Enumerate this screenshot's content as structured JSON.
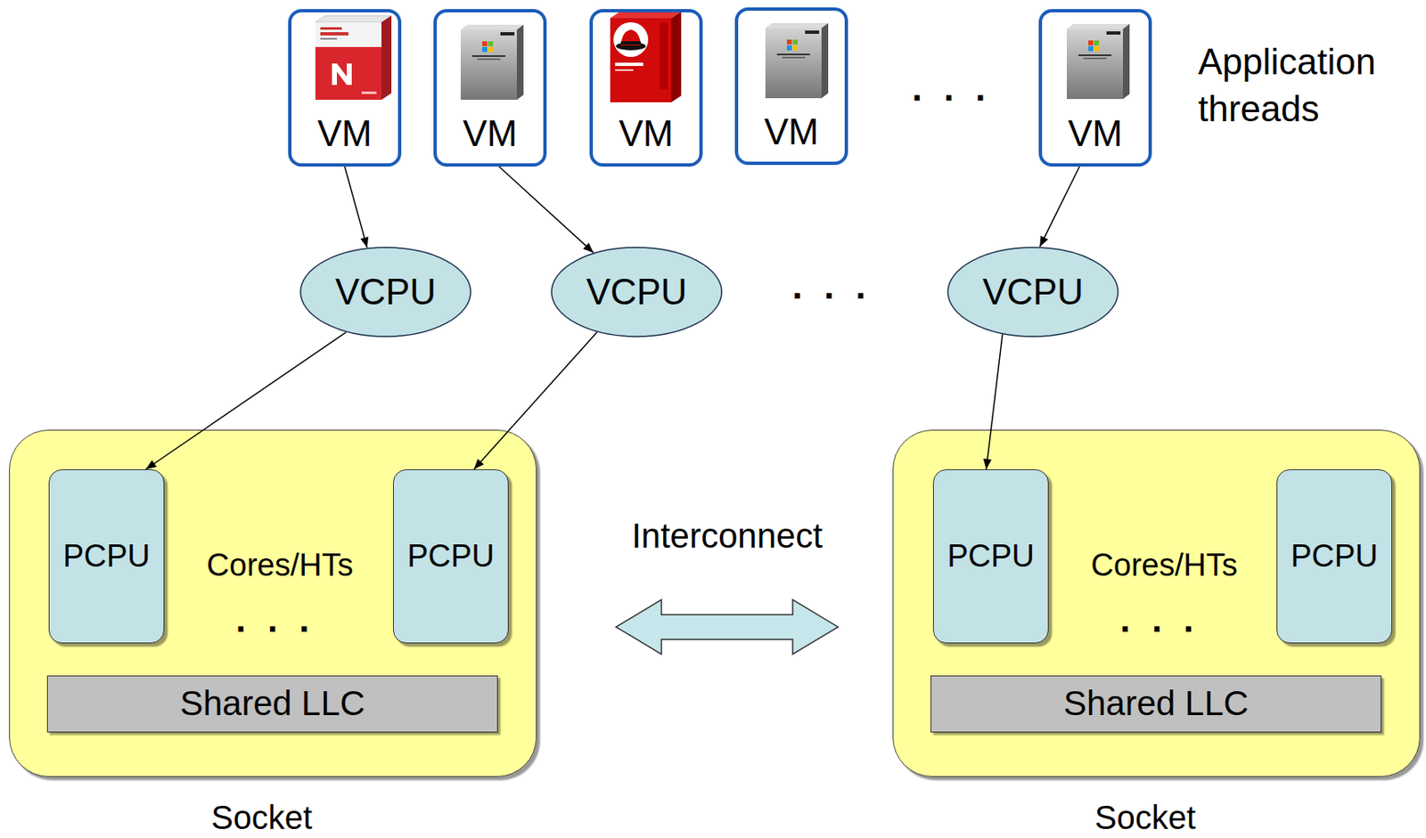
{
  "diagram": {
    "nodes": [
      {
        "text": [
          "VM"
        ]
      },
      {
        "text": [
          "VM"
        ]
      },
      {
        "text": [
          "VM"
        ]
      },
      {
        "text": [
          "VM"
        ]
      },
      {
        "text": [
          "VM"
        ]
      },
      {
        "text": [
          "VCPU"
        ]
      },
      {
        "text": [
          "VCPU"
        ]
      },
      {
        "text": [
          "VCPU"
        ]
      },
      {
        "text": [
          "Cores/HTs",
          "Socket"
        ]
      },
      {
        "text": [
          "PCPU"
        ],
        "in": 8
      },
      {
        "text": [
          "PCPU"
        ],
        "in": 8
      },
      {
        "text": [
          "Shared LLC"
        ],
        "in": 8
      },
      {
        "text": [
          "Cores/HTs",
          "Socket"
        ]
      },
      {
        "text": [
          "PCPU"
        ],
        "in": 12
      },
      {
        "text": [
          "PCPU"
        ],
        "in": 12
      },
      {
        "text": [
          "Shared LLC"
        ],
        "in": 12
      }
    ],
    "edges": [
      {
        "from": 0,
        "to": 5,
        "arrow": "to"
      },
      {
        "from": 1,
        "to": 6,
        "arrow": "to"
      },
      {
        "from": 4,
        "to": 7,
        "arrow": "to"
      },
      {
        "from": 5,
        "to": 9,
        "arrow": "to"
      },
      {
        "from": 6,
        "to": 10,
        "arrow": "to"
      },
      {
        "from": 7,
        "to": 13,
        "arrow": "to"
      },
      {
        "from": 8,
        "to": 12,
        "label": "Interconnect",
        "arrow": "both"
      }
    ],
    "labels": [
      "Application threads",
      ". . .",
      ". . .",
      ". . .",
      ". . ."
    ]
  }
}
